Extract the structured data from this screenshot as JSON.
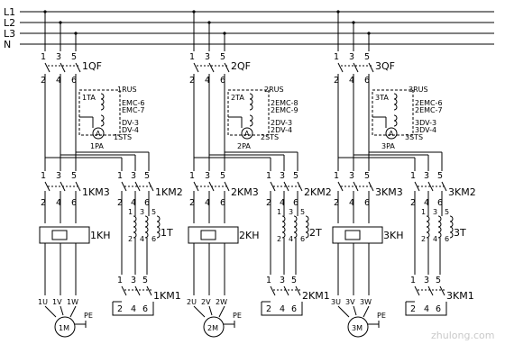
{
  "phases": [
    "L1",
    "L2",
    "L3",
    "N"
  ],
  "circuits": [
    {
      "breaker": "1QF",
      "ct": "1TA",
      "relay": "1RUS",
      "sts": "1STS",
      "meter": "1PA",
      "emc": [
        "EMC-6",
        "EMC-7"
      ],
      "dv": [
        "DV-3",
        "DV-4"
      ],
      "km_a": "1KM3",
      "km_b": "1KM2",
      "km_c": "1KM1",
      "kh": "1KH",
      "transformer": "1T",
      "motor": "1M",
      "terminals": [
        "1U",
        "1V",
        "1W"
      ],
      "pe": "PE"
    },
    {
      "breaker": "2QF",
      "ct": "2TA",
      "relay": "2RUS",
      "sts": "2STS",
      "meter": "2PA",
      "emc": [
        "2EMC-8",
        "2EMC-9"
      ],
      "dv": [
        "2DV-3",
        "2DV-4"
      ],
      "km_a": "2KM3",
      "km_b": "2KM2",
      "km_c": "2KM1",
      "kh": "2KH",
      "transformer": "2T",
      "motor": "2M",
      "terminals": [
        "2U",
        "2V",
        "2W"
      ],
      "pe": "PE"
    },
    {
      "breaker": "3QF",
      "ct": "3TA",
      "relay": "3RUS",
      "sts": "3STS",
      "meter": "3PA",
      "emc": [
        "2EMC-6",
        "2EMC-7"
      ],
      "dv": [
        "3DV-3",
        "3DV-4"
      ],
      "km_a": "3KM3",
      "km_b": "3KM2",
      "km_c": "3KM1",
      "kh": "3KH",
      "transformer": "3T",
      "motor": "3M",
      "terminals": [
        "3U",
        "3V",
        "3W"
      ],
      "pe": "PE"
    }
  ],
  "terminal_numbers": {
    "top": [
      "1",
      "3",
      "5"
    ],
    "bottom": [
      "2",
      "4",
      "6"
    ],
    "transformer_taps": [
      "1",
      "3",
      "5"
    ],
    "transformer_lower": [
      "2",
      "4",
      "6"
    ]
  },
  "meter_symbol": "A",
  "watermark": "zhulong.com"
}
